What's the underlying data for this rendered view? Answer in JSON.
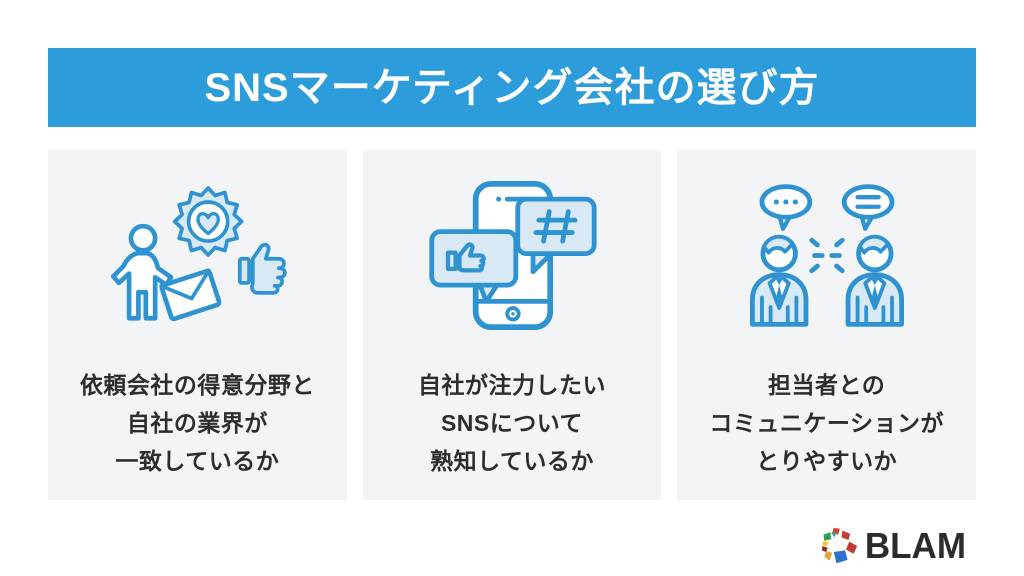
{
  "header": {
    "title": "SNSマーケティング会社の選び方"
  },
  "cards": [
    {
      "icon": "person-badge-thumbsup-icon",
      "lines": [
        "依頼会社の得意分野と",
        "自社の業界が",
        "一致しているか"
      ]
    },
    {
      "icon": "smartphone-sns-bubbles-icon",
      "lines": [
        "自社が注力したい",
        "SNSについて",
        "熟知しているか"
      ]
    },
    {
      "icon": "two-people-talking-icon",
      "lines": [
        "担当者との",
        "コミュニケーションが",
        "とりやすいか"
      ]
    }
  ],
  "footer": {
    "logo_text": "BLAM"
  },
  "colors": {
    "accent_blue": "#2D9CDB",
    "icon_stroke": "#2E93D0",
    "icon_fill": "#D9E8F5",
    "card_bg": "#F2F4F6",
    "text_dark": "#2D2D2D",
    "title_text": "#FFFFFF"
  }
}
